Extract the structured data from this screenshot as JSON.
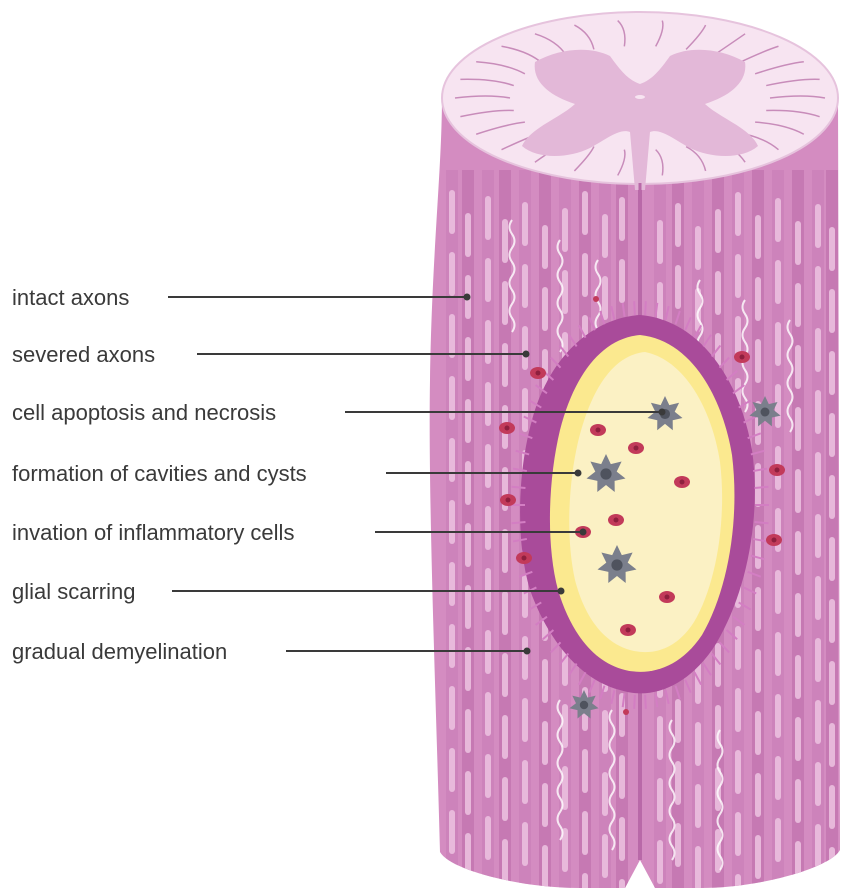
{
  "labels": [
    "intact axons",
    "severed axons",
    "cell apoptosis and necrosis",
    "formation of cavities and cysts",
    "invation of inflammatory cells",
    "glial scarring",
    "gradual demyelination"
  ],
  "colors": {
    "cord_body": "#d48cc1",
    "cord_dark": "#b969a8",
    "top_white": "#f7e4f1",
    "gray_matter": "#e3b8d8",
    "scar": "#a94b9a",
    "cavity_outer": "#fbe98f",
    "cavity_inner": "#fbf1c4",
    "rbc": "#c23a5a",
    "glial_cell": "#7b7f8c",
    "leader_line": "#3a3a3a"
  }
}
